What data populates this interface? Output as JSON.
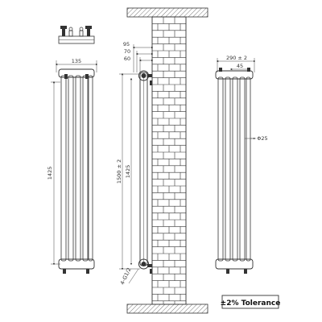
{
  "front_view": {
    "width_label": "135",
    "height_label": "1425"
  },
  "side_view": {
    "dim_95": "95",
    "dim_70": "70",
    "dim_60": "60",
    "center_height_label": "1500 ± 2",
    "height_label": "1425",
    "pipe_label": "4-G1/2"
  },
  "rear_view": {
    "width_label": "290 ± 2",
    "dim_45": "45",
    "pipe_diameter_label": "Φ25"
  },
  "tolerance_note": "±2% Tolerance",
  "colors": {
    "line": "#333333",
    "hatch_fill": "#e6e6e6",
    "wall_fill": "#ffffff"
  }
}
